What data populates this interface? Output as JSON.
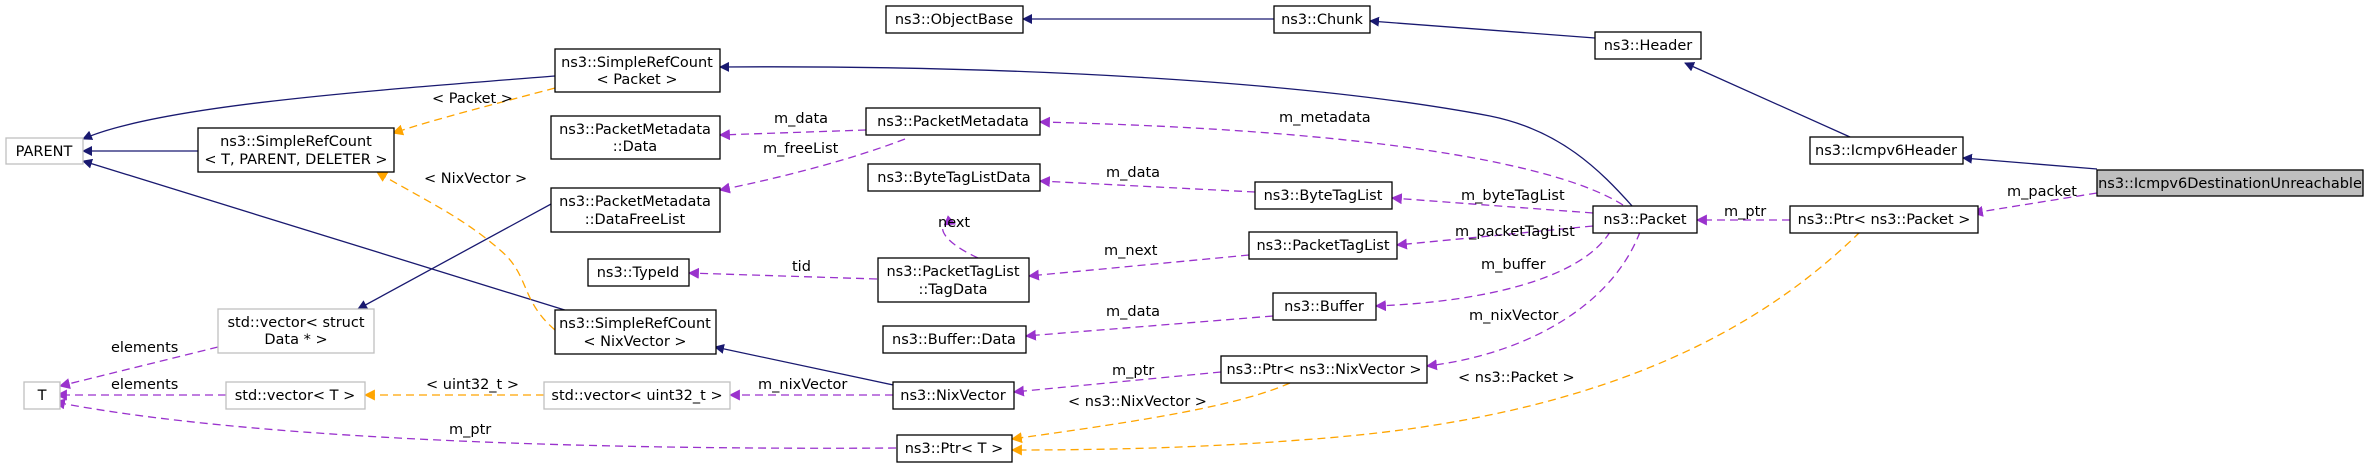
{
  "diagram": {
    "nodes": {
      "focus": "ns3::Icmpv6DestinationUnreachable",
      "icmpv6header": "ns3::Icmpv6Header",
      "header": "ns3::Header",
      "chunk": "ns3::Chunk",
      "objectbase": "ns3::ObjectBase",
      "ptr_packet": "ns3::Ptr< ns3::Packet >",
      "packet": "ns3::Packet",
      "src_packet": [
        "ns3::SimpleRefCount",
        "< Packet >"
      ],
      "parent": "PARENT",
      "src_generic": [
        "ns3::SimpleRefCount",
        "< T, PARENT, DELETER >"
      ],
      "pm_data": [
        "ns3::PacketMetadata",
        "::Data"
      ],
      "pm": "ns3::PacketMetadata",
      "pm_dfl": [
        "ns3::PacketMetadata",
        "::DataFreeList"
      ],
      "btl_data": "ns3::ByteTagListData",
      "btl": "ns3::ByteTagList",
      "typeid": "ns3::TypeId",
      "ptl_tagdata": [
        "ns3::PacketTagList",
        "::TagData"
      ],
      "ptl": "ns3::PacketTagList",
      "vec_struct": [
        "std::vector< struct",
        "Data * >"
      ],
      "src_nix": [
        "ns3::SimpleRefCount",
        "< NixVector >"
      ],
      "buffer_data": "ns3::Buffer::Data",
      "buffer": "ns3::Buffer",
      "t": "T",
      "vec_t": "std::vector< T >",
      "vec_uint32": "std::vector< uint32_t >",
      "nixvector": "ns3::NixVector",
      "ptr_nix": "ns3::Ptr< ns3::NixVector >",
      "ptr_t": "ns3::Ptr< T >"
    },
    "edge_labels": {
      "m_packet": "m_packet",
      "m_ptr_packet": "m_ptr",
      "m_metadata": "m_metadata",
      "m_byteTagList": "m_byteTagList",
      "m_packetTagList": "m_packetTagList",
      "m_buffer": "m_buffer",
      "m_nixVector": "m_nixVector",
      "pm_m_data": "m_data",
      "pm_m_freeList": "m_freeList",
      "btl_m_data": "m_data",
      "next": "next",
      "tid": "tid",
      "m_next": "m_next",
      "buffer_m_data": "m_data",
      "elements_struct": "elements",
      "elements_t": "elements",
      "t_m_ptr": "m_ptr",
      "nix_m_ptr": "m_ptr",
      "m_nixVector_vec": "m_nixVector",
      "tmpl_packet": "< Packet >",
      "tmpl_nixvector": "< NixVector >",
      "tmpl_uint32": "< uint32_t >",
      "tmpl_ns3_nixvector": "< ns3::NixVector >",
      "tmpl_ns3_packet": "< ns3::Packet >"
    },
    "colors": {
      "inheritance": "#191970",
      "usage": "#9a32cd",
      "template": "#ffa500",
      "focus_fill": "#bfbfbf",
      "external_border": "#bfbfbf"
    }
  }
}
